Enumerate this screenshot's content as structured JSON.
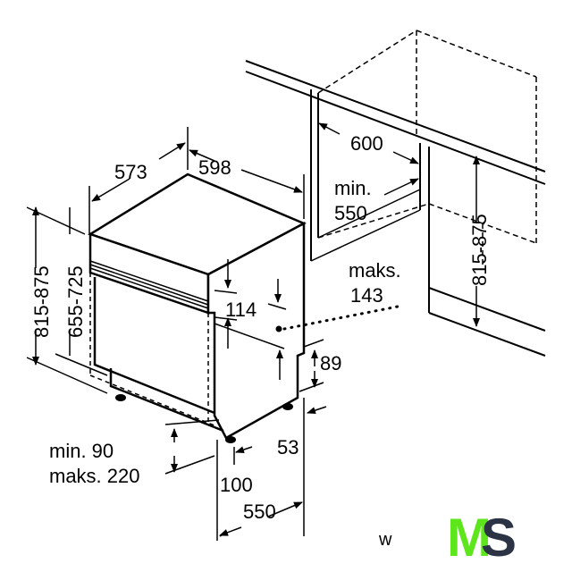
{
  "dimensions": {
    "depth": "573",
    "width": "598",
    "niche_width": "600",
    "niche_depth_min_label": "min.",
    "niche_depth_min_value": "550",
    "niche_height": "815-875",
    "height_total": "815-875",
    "height_door": "655-725",
    "panel_height": "114",
    "protrusion_max_label": "maks.",
    "protrusion_max_value": "143",
    "plinth_height": "89",
    "foot_offset": "53",
    "plinth_gap_min": "min. 90",
    "plinth_gap_max": "maks. 220",
    "foot_depth": "100",
    "base_depth": "550"
  },
  "watermark": "w",
  "logo": {
    "left": "M",
    "right": "S",
    "left_color": "#5ee61c",
    "right_color": "#2b3345"
  }
}
